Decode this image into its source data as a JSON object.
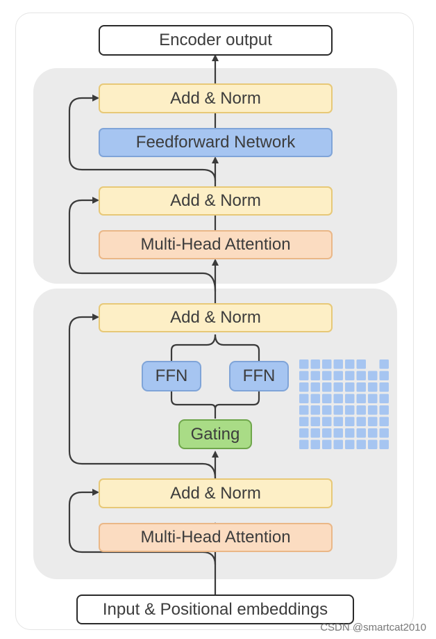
{
  "output_label": "Encoder output",
  "input_label": "Input & Positional embeddings",
  "top_block": {
    "add_norm_upper": "Add & Norm",
    "feedforward": "Feedforward Network",
    "add_norm_lower": "Add & Norm",
    "attention": "Multi-Head Attention"
  },
  "moe_block": {
    "add_norm_upper": "Add & Norm",
    "ffn_left": "FFN",
    "ffn_right": "FFN",
    "gating": "Gating",
    "add_norm_lower": "Add & Norm",
    "attention": "Multi-Head Attention"
  },
  "watermark": "CSDN @smartcat2010",
  "colors": {
    "block_bg": "#ebebeb",
    "norm": "#fdefc6",
    "feedforward": "#a6c5f1",
    "attention": "#fbdcc1",
    "gating": "#a9dc86",
    "ffn_grid": "#a6c5f1",
    "line": "#3a3a3a"
  },
  "icon": "grid-of-ffn-experts-icon"
}
